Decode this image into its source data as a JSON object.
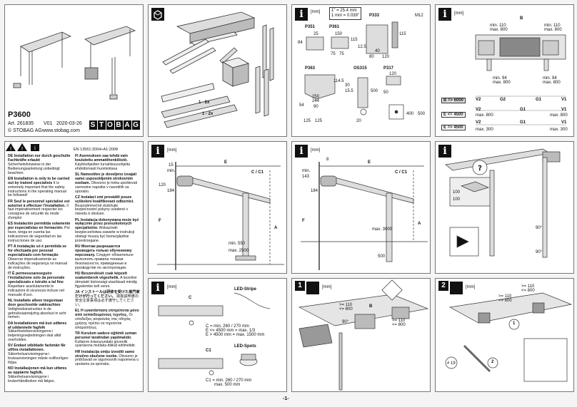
{
  "cover": {
    "model": "P3600",
    "art_line": "Art. 261835",
    "version": "V01",
    "date": "2020-03-26",
    "copyright": "© STOBAG AG",
    "website": "www.stobag.com",
    "brand_letters": [
      "S",
      "T",
      "O",
      "B",
      "A",
      "G"
    ]
  },
  "parts": {
    "qty_2": "1 - 2x",
    "qty_2b": "1 - 2x"
  },
  "profiles": {
    "conversion1": "1\" = 25.4 mm",
    "conversion2": "1 mm = 0.039\"",
    "p351": "P351",
    "p361": "P361",
    "p333": "P333",
    "m12": "M12",
    "p363": "P363",
    "os315": "OS315",
    "p317": "P317",
    "dims": [
      "150",
      "115",
      "25",
      "84",
      "115",
      "12.5",
      "80",
      "120",
      "40",
      "75",
      "75",
      "114.5",
      "30",
      "15.5",
      "250",
      "244",
      "54",
      "90",
      "125",
      "125",
      "120",
      "500",
      "400",
      "500",
      "50",
      "20"
    ]
  },
  "clearance": {
    "unit": "[mm]",
    "B": "B",
    "min110a": "min. 110",
    "max800a": "max. 800",
    "min110b": "min. 110",
    "max800b": "max. 800",
    "min94a": "min. 94",
    "max800c": "max. 800",
    "min94b": "min. 94",
    "max800d": "max. 800",
    "rows": [
      {
        "cond": "B => 6000",
        "labels": [
          "V2",
          "G2",
          "G1",
          "V1"
        ]
      },
      {
        "cond": "E <= 4500",
        "labels": [
          "V2",
          "G1",
          "V1"
        ],
        "left": "max. 800",
        "right": "max. 800"
      },
      {
        "cond": "E => 4500",
        "labels": [
          "V2",
          "G1",
          "V1"
        ],
        "left": "max. 300",
        "right": "max. 300"
      }
    ]
  },
  "safety": {
    "norm": "EN 13561:2004+A1:2008",
    "col1": [
      {
        "b": "DE Installation nur durch geschulte Fachkräfte erlaubt",
        "t": "Sicherheitshinweise in der Bedienungsanleitung unbedingt beachten."
      },
      {
        "b": "EN Installation is only to be carried out by trained specialists",
        "t": "It is extremely important that the safety instructions in the operating manual be followed!"
      },
      {
        "b": "FR Seul le personnel spécialisé est autorisé à effectuer l'installation.",
        "t": "Il faut impérativement respecter les consignes de sécurité du mode d'emploi"
      },
      {
        "b": "ES Instalación permitida solamente por especialistas en formación.",
        "t": "Por favor, tenga en cuenta las indicaciones de seguridad en las instrucciones de uso."
      },
      {
        "b": "PT A instalação só é permitida se for efectuada por pessoal especializado com formação",
        "t": "Observar imperativamente as indicações de segurança no manual de instruções."
      },
      {
        "b": "IT È permessoareseguire l'installazione solo da personale specializzato e istruito a tal fine",
        "t": "Rispettare assolutamente le indicazioni di sicurezza incluse nel manuale d'uso."
      },
      {
        "b": "NL Installatie alleen toegestaan door geschoolde vakkrachten",
        "t": "Veiligheidsinstructies in de gebruiksaanwijzing absoluut in acht nemen."
      },
      {
        "b": "DA Installationen må kun udføres af uddannede fagfolk",
        "t": "Sikkerhedshenvisningerne i betjeningsvejledningen skal altid overholdes."
      },
      {
        "b": "SV Endast utbildade fackmän får utföra installationen.",
        "t": "Säkerhetsanvisningarna i bruksanvisningen måste ovillkorligen följas."
      },
      {
        "b": "NO Installasjonen må kun utføres av opplærte fagfolk.",
        "t": "Sikkerhetsanvisningene i brukerhåndboken må følges."
      }
    ],
    "col2": [
      {
        "b": "FI Asennuksen saa tehdä vain koulutettu ammattihenkilöstö.",
        "t": "Käyttöohjeiden turvallisuusohjeita ehdottomasti huomioitava"
      },
      {
        "b": "SL Namestitev je dovoljeno izvajati samo usposobljenim strokovnim osebam.",
        "t": "Obvezno je treba upoštevati varnostne napotke v navodilih za uporabo."
      },
      {
        "b": "CZ Instalaci smí provádět pouze vyškolení kvalifikovaní odborníci.",
        "t": "Bezpodmínečně dodržujte bezpečnostní pokyny uvedené v návodu k obsluze."
      },
      {
        "b": "PL Instalacja dokonywana może być wyłącznie przez przeszkolonych specjalistów.",
        "t": "Wskazówki bezpieczeństwa zawarte w instrukcji obsługi muszą być bezwzględnie przestrzegane."
      },
      {
        "b": "RU Монтаж разрешается проводить только обученному персоналу.",
        "t": "Следует обязательно выполнять правила техники безопасности, приведенные в руководстве по эксплуатации."
      },
      {
        "b": "HU Beszerelését csak képzett szakemberek végezhetik.",
        "t": "A kezelési útmutató biztonsági utasításait mindig figyelembe kell venni."
      },
      {
        "b": "JA インストールは研修を受けた専門家だけが行ってください。",
        "t": "取扱説明書の安全注意事項は必ず遵守してください。"
      },
      {
        "b": "EL Η εγκατάσταση επιτρέπεται μόνο από εκπαιδευμένους τεχνίτες.",
        "t": "Οι υποδείξεις ασφαλείας στις οδηγίες χρήσης πρέπει να τηρούνται απαραιτήτως."
      },
      {
        "b": "TR Kurulum sadece eğitimli uzman personel tarafından yapılmalıdır.",
        "t": "Kullanım kılavuzundaki güvenlik uyarılarına mutlaka dikkat edilmelidir."
      },
      {
        "b": "HR Instalacija smiju izvoditi samo stručno obučene osobe.",
        "t": "Obvezno je pridržavati se sigurnosnih napomena u uputama za uporabu."
      }
    ]
  },
  "side_a": {
    "unit": "[mm]",
    "E": "E",
    "C": "C / C1",
    "d15": "15",
    "min": "min.",
    "d120": "120",
    "d184": "184",
    "F": "F",
    "A": "A",
    "min550": "min. 550",
    "max2500": "max. 2500"
  },
  "side_b": {
    "unit": "[mm]",
    "E": "E",
    "d8": "8",
    "C": "C / C1",
    "min": "min.",
    "d143": "143",
    "d184": "184",
    "F": "F",
    "A": "A",
    "max3000": "max. 3000",
    "d500": "500"
  },
  "pergola": {
    "angle1": "90°",
    "angle2": "90°",
    "d100a": "100",
    "d100b": "100"
  },
  "led": {
    "unit": "[mm]",
    "stripe": "LED-Stripe",
    "spots": "LED-Spots",
    "C": "C",
    "C1": "C1",
    "c_line1": "C = min. 260 / 270 mm",
    "c_line2": "E <= 4500 mm = max. 1/3",
    "c_line3": "E > 4500 mm = max. 1500 mm",
    "c1_line1": "C1 = min. 260 / 270 mm",
    "c1_line2": "max. 500 mm"
  },
  "step1": {
    "num": "1",
    "unit": "[mm]",
    "ge110": ">= 110",
    "le800": "<= 800",
    "B": "B",
    "ge110b": ">= 110",
    "le800b": "<= 800",
    "ang": "90°"
  },
  "step2": {
    "num": "2",
    "unit": "[mm]",
    "ge110": ">= 110",
    "le800": "<= 800",
    "ge110b": ">= 110",
    "le800b": "<= 800",
    "n1": "1",
    "n2": "2",
    "wrench": "# 19"
  },
  "page": "-1-"
}
